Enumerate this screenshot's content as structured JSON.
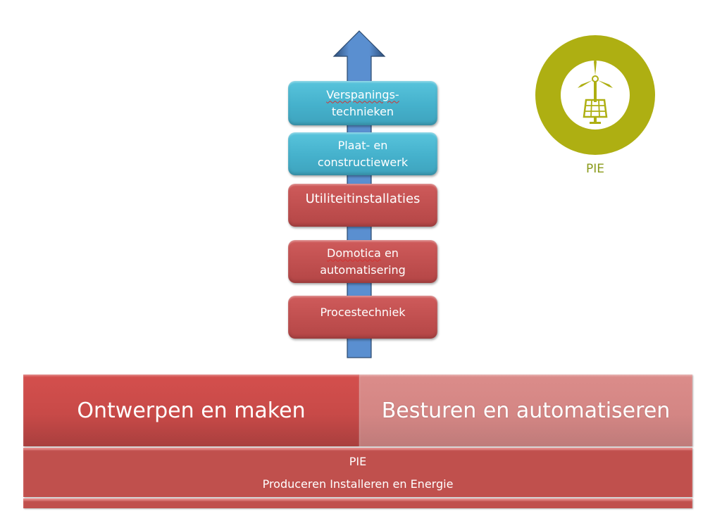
{
  "diagram": {
    "arrow": {
      "direction": "up",
      "color": "#4f81bd"
    },
    "stack": [
      {
        "label_underlined": "Verspanings-",
        "label_rest": "technieken",
        "color": "#4bacc6"
      },
      {
        "label_underlined": "",
        "label_line1": "Plaat- en",
        "label_rest": "constructiewerk",
        "color": "#4bacc6"
      },
      {
        "label_line1": "Utiliteitinstallaties",
        "color": "#c0504d"
      },
      {
        "label_underlined": "Domotica",
        "label_line1_suffix": " en",
        "label_rest": "automatisering",
        "color": "#c0504d"
      },
      {
        "label_line1": "Procestechniek",
        "color": "#c0504d"
      }
    ],
    "bottom": {
      "left_label": "Ontwerpen en maken",
      "right_label": "Besturen en automatiseren",
      "base_title": "PIE",
      "base_subtitle": "Produceren Installeren en Energie"
    },
    "logo": {
      "label": "PIE",
      "color": "#aeaf12",
      "icon": "wind-turbine-solar-panel-icon"
    }
  }
}
